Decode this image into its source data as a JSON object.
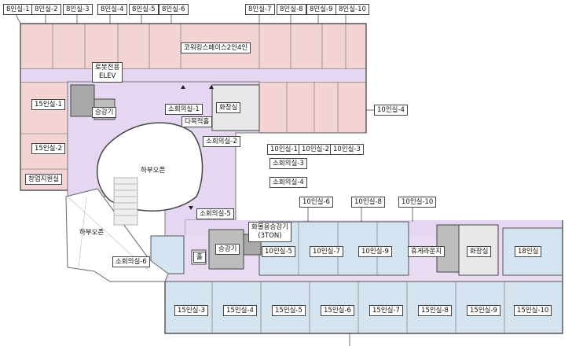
{
  "floorplan": {
    "colors": {
      "north_rooms": "#f3d3d3",
      "south_rooms": "#d4e4f1",
      "corridor": "#e5d7f1",
      "core": "#a8a8a8",
      "wall": "#555555"
    },
    "top_labels": [
      "8인실-1",
      "8인실-2",
      "8인실-3",
      "8인실-4",
      "8인실-5",
      "8인실-6",
      "8인실-7",
      "8인실-8",
      "8인실-9",
      "8인실-10"
    ],
    "coworking": "코워킹스페이스2인4인",
    "robot_elevator_line1": "로봇전용",
    "robot_elevator_line2": "ELEV",
    "elevator": "승강기",
    "meeting_room_1": "소회의실-1",
    "multipurpose": "다목적홀",
    "restroom": "화장실",
    "room_15_1": "15인실-1",
    "room_15_2": "15인실-2",
    "startup_support": "창업지원실",
    "void_label": "하부오픈",
    "meeting_room_2": "소회의실-2",
    "room_10_1": "10인실-1",
    "room_10_2": "10인실-2",
    "room_10_3": "10인실-3",
    "room_10_4": "10인실-4",
    "meeting_room_3": "소회의실-3",
    "meeting_room_4": "소회의실-4",
    "meeting_room_5": "소회의실-5",
    "meeting_room_6": "소회의실-6",
    "freight_elevator_line1": "화물용승강기",
    "freight_elevator_line2": "(3TON)",
    "hall": "홀",
    "room_10_5": "10인실-5",
    "room_10_6": "10인실-6",
    "room_10_7": "10인실-7",
    "room_10_8": "10인실-8",
    "room_10_9": "10인실-9",
    "room_10_10": "10인실-10",
    "rest_lounge": "휴게라운지",
    "room_18_1": "18인실",
    "bottom_labels": [
      "15인실-3",
      "15인실-4",
      "15인실-5",
      "15인실-6",
      "15인실-7",
      "15인실-8",
      "15인실-9",
      "15인실-10"
    ]
  }
}
